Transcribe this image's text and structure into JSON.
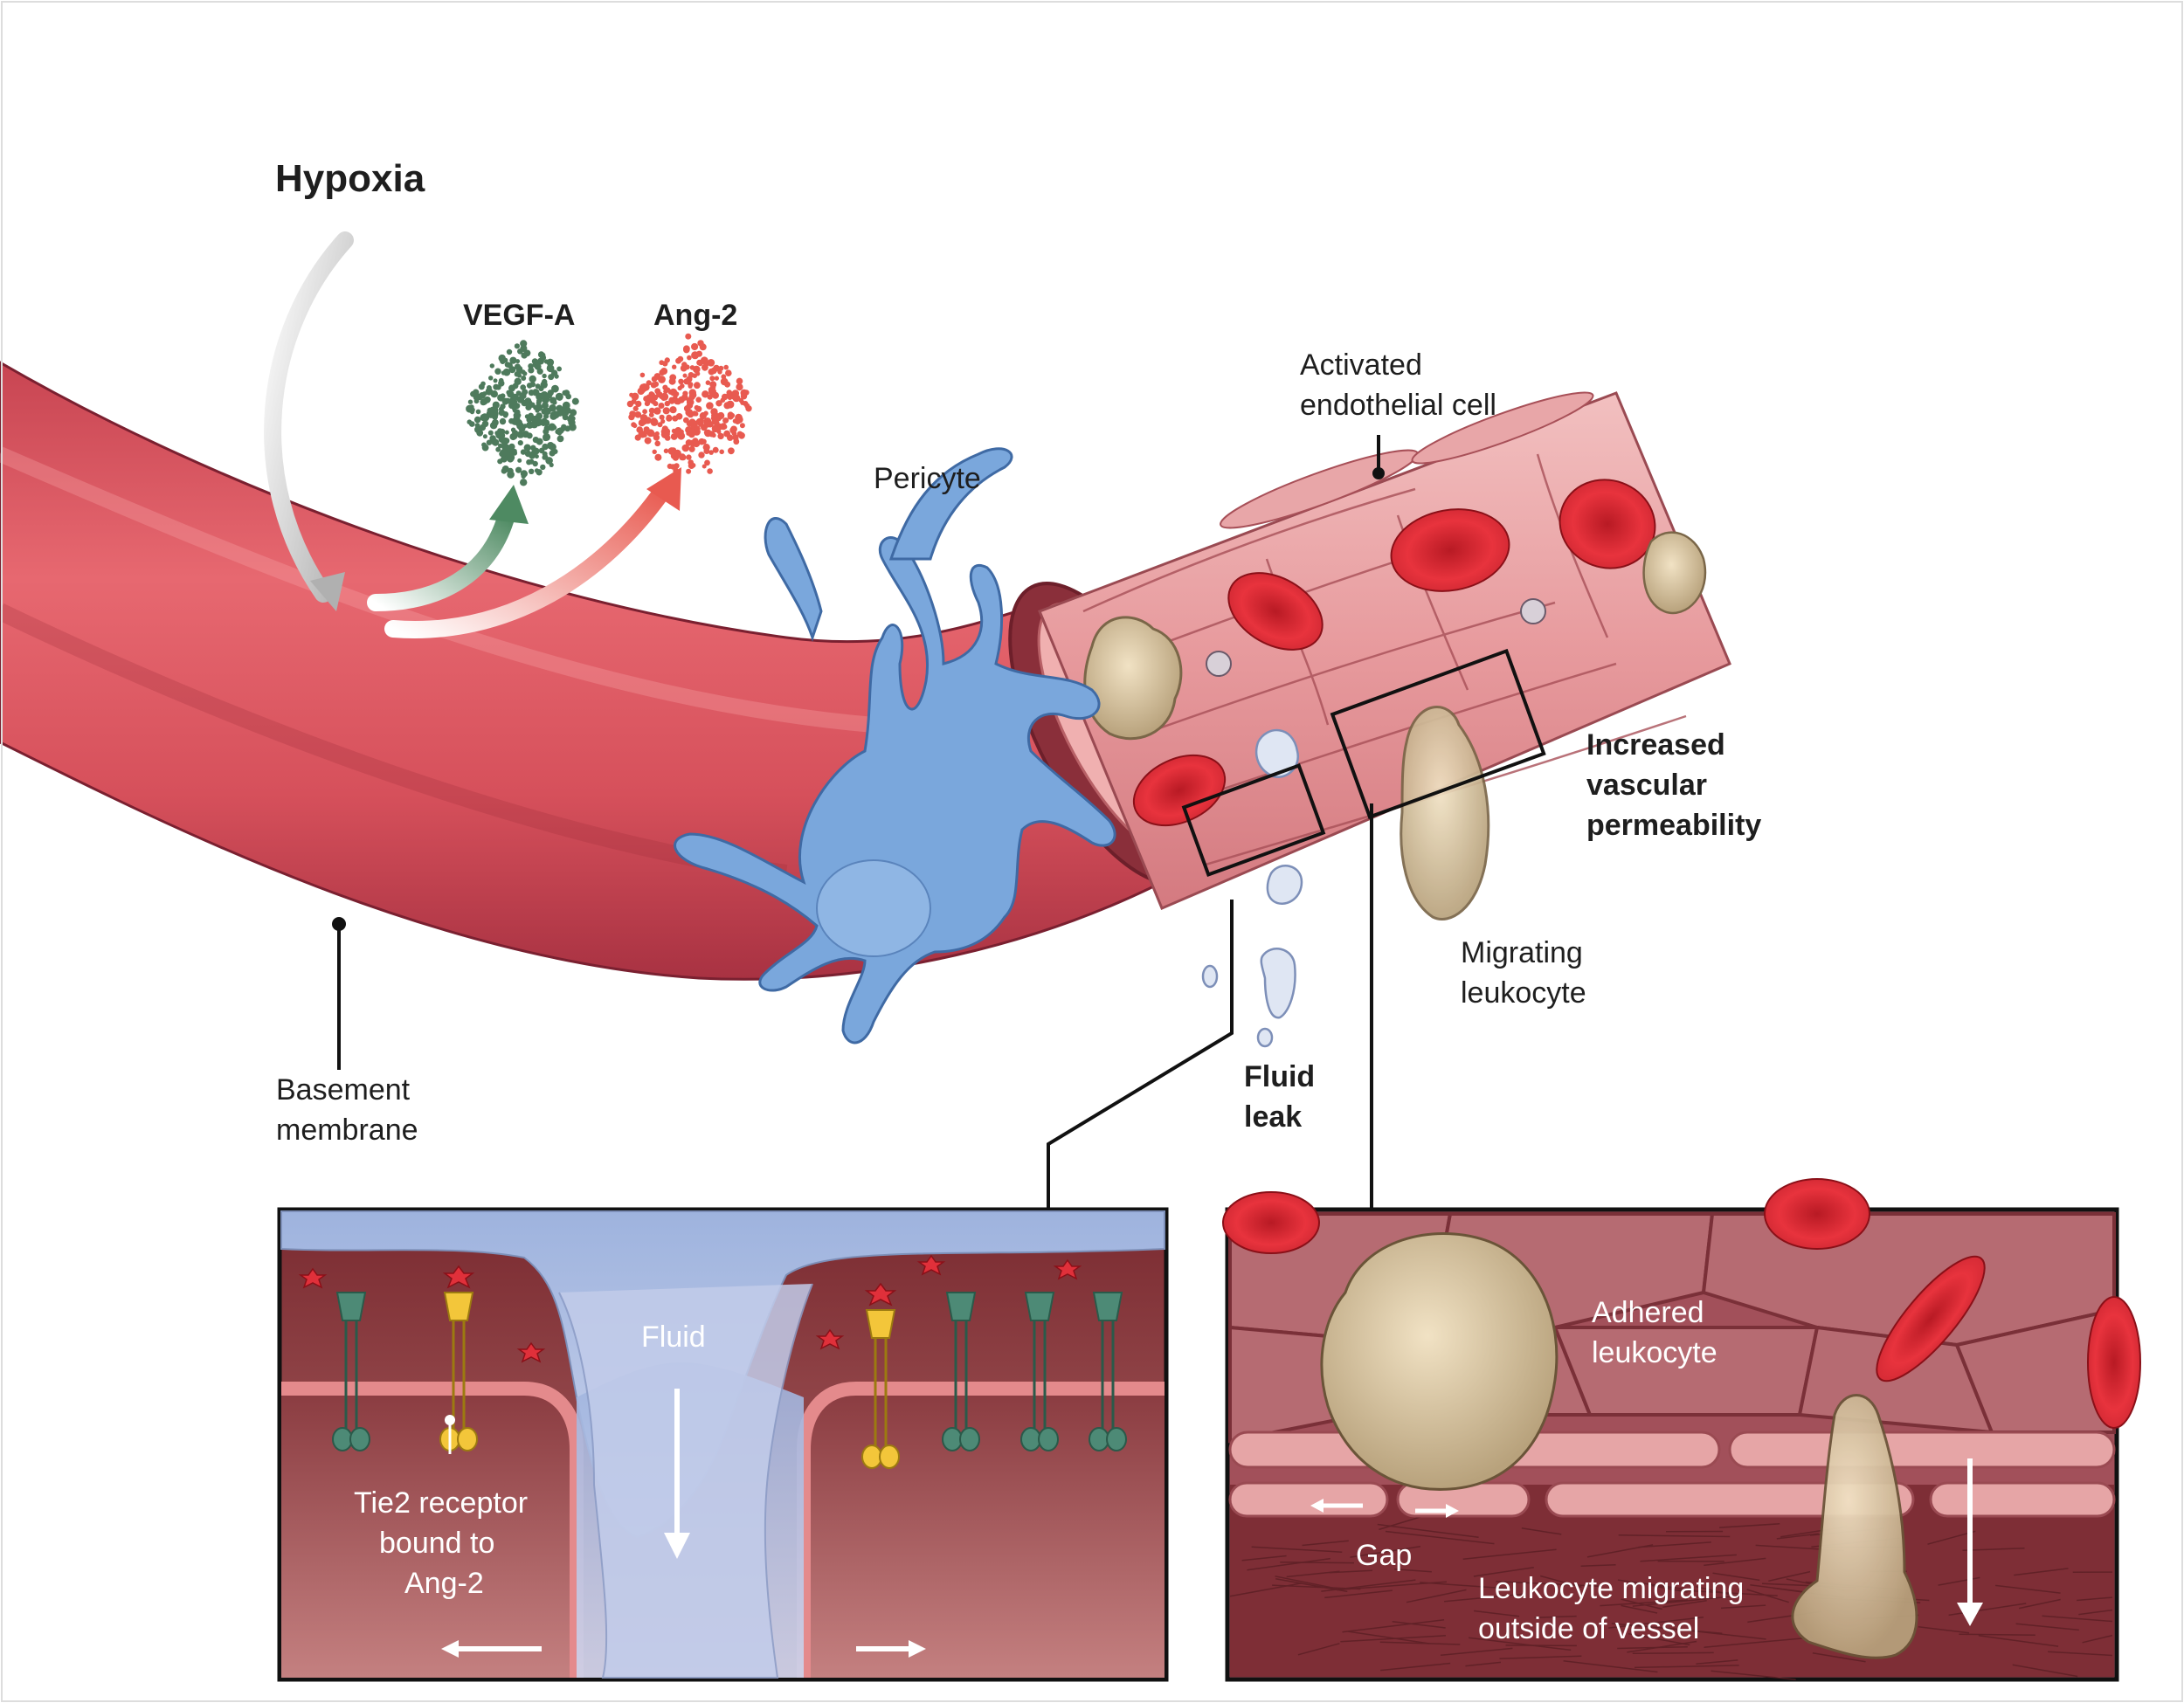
{
  "labels": {
    "hypoxia": "Hypoxia",
    "vegf_a": "VEGF-A",
    "ang_2": "Ang-2",
    "pericyte": "Pericyte",
    "activated_endothelial_line1": "Activated",
    "activated_endothelial_line2": "endothelial cell",
    "increased_line1": "Increased",
    "increased_line2": "vascular",
    "increased_line3": "permeability",
    "migrating_line1": "Migrating",
    "migrating_line2": "leukocyte",
    "basement_line1": "Basement",
    "basement_line2": "membrane",
    "fluid_leak_line1": "Fluid",
    "fluid_leak_line2": "leak"
  },
  "left_inset": {
    "fluid": "Fluid",
    "tie2_line1": "Tie2 receptor",
    "tie2_line2": "bound to",
    "tie2_line3": "Ang-2"
  },
  "right_inset": {
    "adhered_line1": "Adhered",
    "adhered_line2": "leukocyte",
    "gap": "Gap",
    "migrating_outside_line1": "Leukocyte migrating",
    "migrating_outside_line2": "outside of vessel"
  },
  "icons": [
    "arrow-icon",
    "receptor-icon",
    "ang2-molecule-icon",
    "red-blood-cell-icon"
  ],
  "colors": {
    "vessel": "#d9525c",
    "vessel_dark": "#a83040",
    "pericyte": "#7aa7dc",
    "vegf": "#4e7a5c",
    "ang2": "#e85a50",
    "rbc": "#e0303a",
    "endothelium": "#e9a9a8",
    "inset_bg": "#8e3a3c",
    "fluid": "#b8c4e4",
    "receptor_green": "#4d8a76",
    "receptor_yellow": "#f3c63a"
  }
}
